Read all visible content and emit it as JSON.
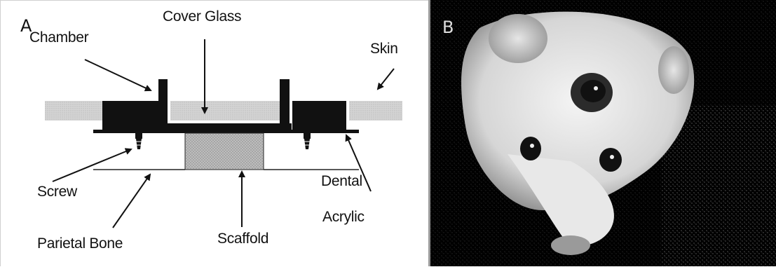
{
  "panel_a": {
    "letter": "A",
    "labels": {
      "chamber": "Chamber",
      "cover_glass": "Cover Glass",
      "skin": "Skin",
      "screw": "Screw",
      "dental": "Dental",
      "acrylic": "Acrylic",
      "parietal_bone": "Parietal Bone",
      "scaffold": "Scaffold"
    }
  },
  "panel_b": {
    "letter": "B"
  },
  "colors": {
    "chamber": "#111111",
    "skin": "#c8c8c8",
    "scaffold": "#a9a9a9",
    "photo_background": "#000000",
    "fur": "#e6e6e6"
  }
}
